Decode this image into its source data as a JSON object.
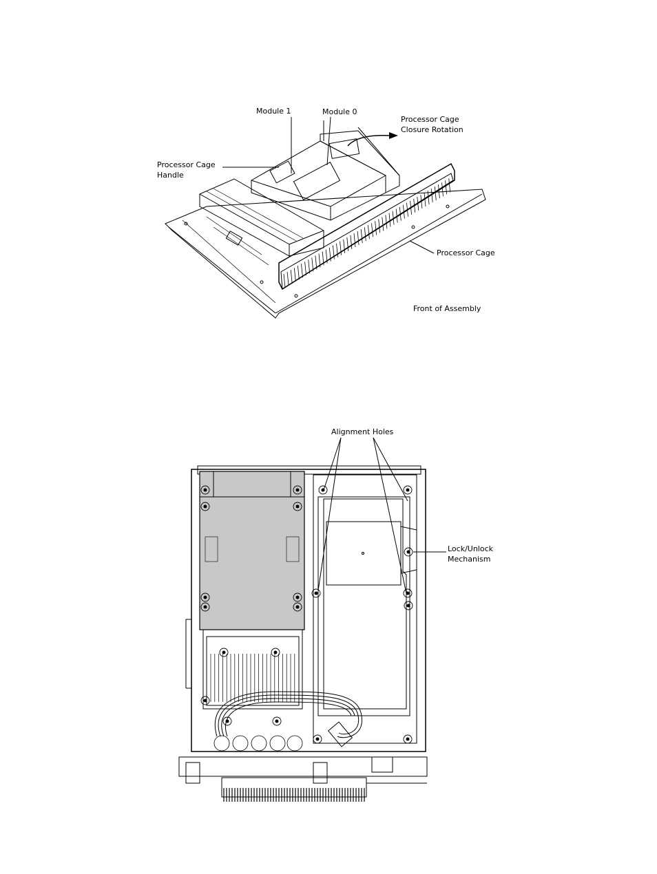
{
  "top_figure": {
    "labels": {
      "module_1": "Module 1",
      "module_0": "Module 0",
      "closure_rotation": [
        "Processor Cage",
        "Closure Rotation"
      ],
      "cage_handle": [
        "Processor Cage",
        "Handle"
      ],
      "processor_cage": "Processor Cage",
      "front_of_assembly": "Front of Assembly"
    }
  },
  "bottom_figure": {
    "labels": {
      "alignment_holes": "Alignment Holes",
      "lock_unlock": [
        "Lock/Unlock",
        "Mechanism"
      ]
    },
    "module_fill_color": "#c8c8c8"
  }
}
